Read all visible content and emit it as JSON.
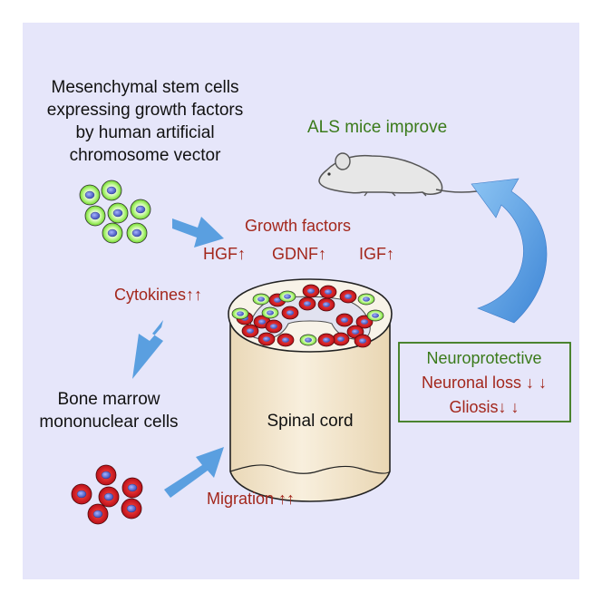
{
  "labels": {
    "msc_line1": "Mesenchymal stem cells",
    "msc_line2": "expressing growth factors",
    "msc_line3": "by human artificial",
    "msc_line4": "chromosome vector",
    "als": "ALS mice improve",
    "growth_factors": "Growth factors",
    "hgf": "HGF↑",
    "gdnf": "GDNF↑",
    "igf": "IGF↑",
    "cytokines": "Cytokines↑↑",
    "bm_line1": "Bone marrow",
    "bm_line2": "mononuclear cells",
    "spinal_cord": "Spinal cord",
    "migration": "Migration ↑↑",
    "box_line1": "Neuroprotective",
    "box_line2": "Neuronal loss ↓ ↓",
    "box_line3": "Gliosis↓ ↓"
  },
  "colors": {
    "background": "#e6e6fa",
    "black_text": "#111111",
    "green_text": "#3a7a1a",
    "red_text": "#a3271c",
    "arrow_blue": "#5a9fe0",
    "green_cell": "#88ee44",
    "red_cell": "#dd1c24",
    "nucleus": "#5060c8",
    "cord_fill": "#f7ebd6",
    "box_border": "#3a7a1a"
  },
  "icons": {
    "mouse": "mouse-icon",
    "msc_cells": "green-cell-icon",
    "bm_cells": "red-cell-icon"
  }
}
